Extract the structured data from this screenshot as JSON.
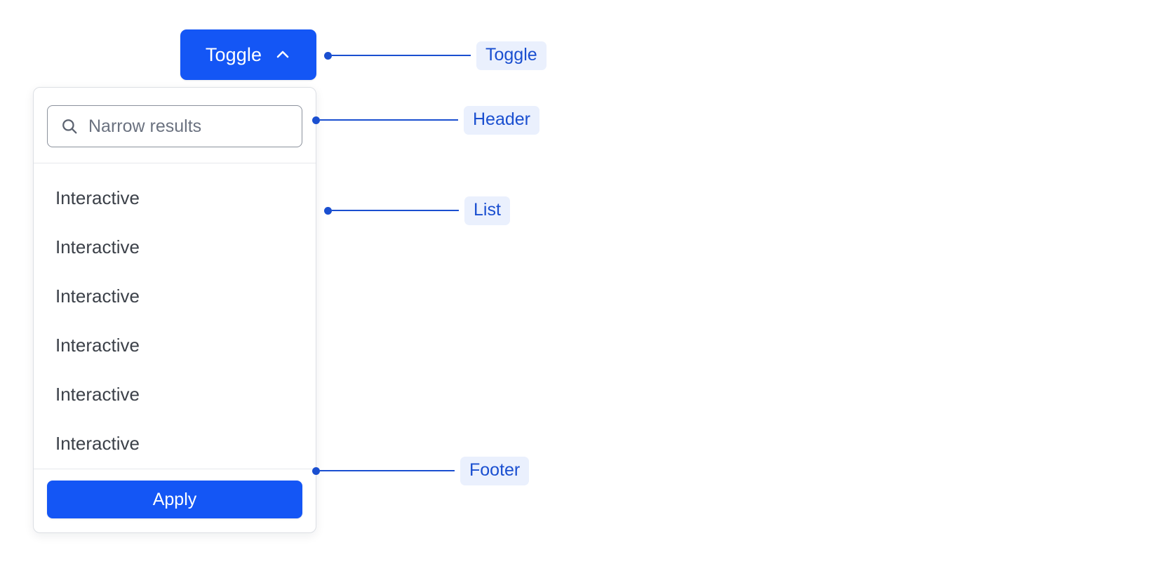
{
  "colors": {
    "primary_blue": "#1456f5",
    "annotation_blue": "#1a4fd0",
    "annotation_pill_bg": "#eaf0fd",
    "panel_border": "#dcdfe4",
    "list_text": "#3c4149",
    "placeholder_text": "#6b7280"
  },
  "toggle": {
    "label": "Toggle",
    "chevron_icon": "chevron-up-icon",
    "expanded": true
  },
  "panel": {
    "header": {
      "search": {
        "icon": "search-icon",
        "placeholder": "Narrow results",
        "value": ""
      }
    },
    "list": {
      "items": [
        {
          "label": "Interactive"
        },
        {
          "label": "Interactive"
        },
        {
          "label": "Interactive"
        },
        {
          "label": "Interactive"
        },
        {
          "label": "Interactive"
        },
        {
          "label": "Interactive"
        }
      ]
    },
    "footer": {
      "apply_label": "Apply"
    }
  },
  "annotations": [
    {
      "label": "Toggle",
      "target": "toggle-button"
    },
    {
      "label": "Header",
      "target": "panel-header"
    },
    {
      "label": "List",
      "target": "panel-list"
    },
    {
      "label": "Footer",
      "target": "panel-footer"
    }
  ]
}
